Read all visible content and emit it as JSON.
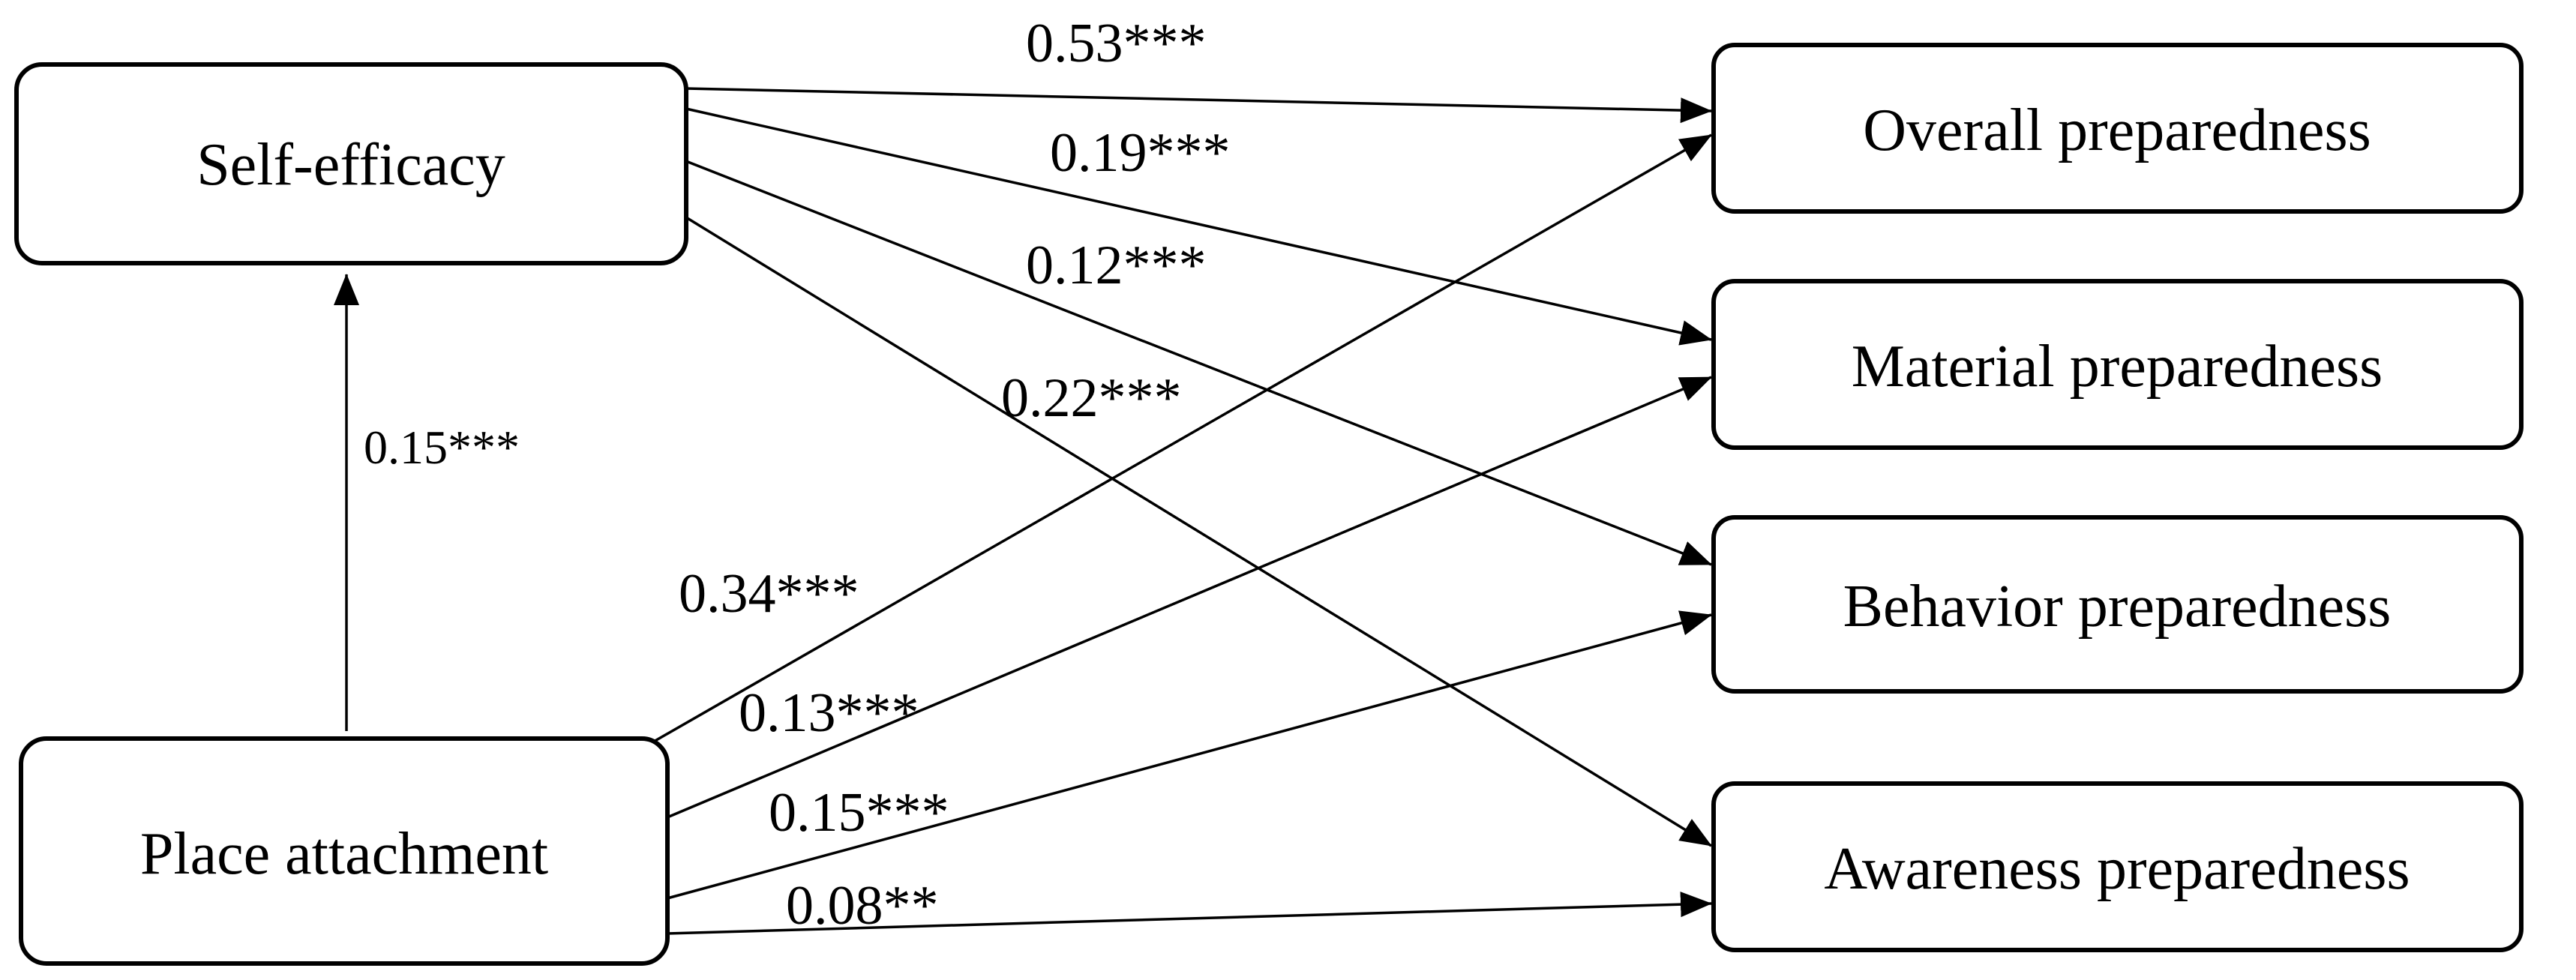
{
  "nodes": {
    "self_efficacy": "Self-efficacy",
    "place_attachment": "Place attachment",
    "overall": "Overall preparedness",
    "material": "Material preparedness",
    "behavior": "Behavior preparedness",
    "awareness": "Awareness preparedness"
  },
  "paths": {
    "pa_to_se": "0.15***",
    "se_to_overall": "0.53***",
    "se_to_material": "0.19***",
    "se_to_behavior": "0.12***",
    "se_to_awareness": "0.22***",
    "pa_to_overall": "0.34***",
    "pa_to_material": "0.13***",
    "pa_to_behavior": "0.15***",
    "pa_to_awareness": "0.08**"
  },
  "colors": {
    "stroke": "#000000",
    "background": "#ffffff"
  }
}
